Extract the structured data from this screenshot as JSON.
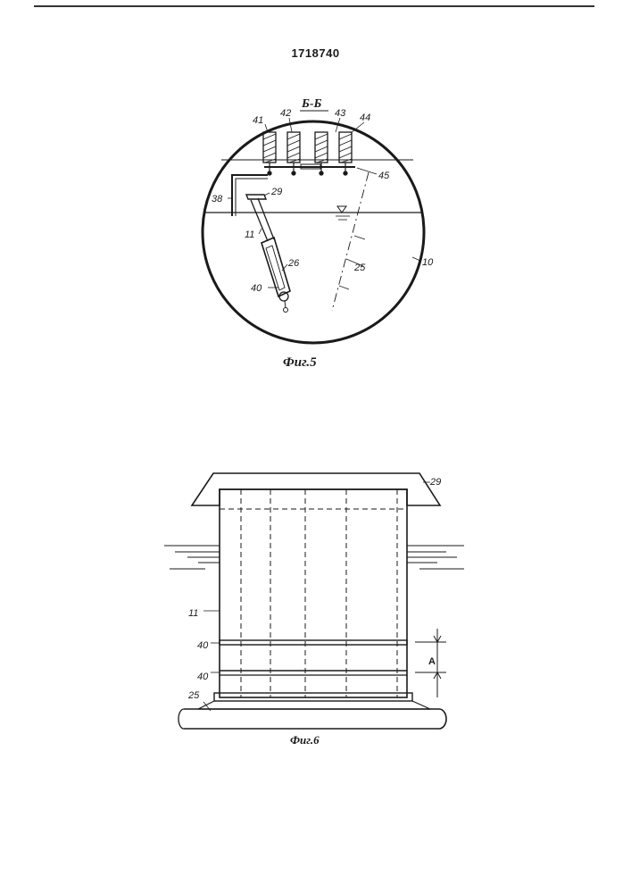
{
  "document": {
    "patent_number": "1718740"
  },
  "figure5": {
    "section_label": "Б-Б",
    "caption": "Фиг.5",
    "labels": {
      "l41": "41",
      "l42": "42",
      "l43": "43",
      "l44": "44",
      "l45": "45",
      "l38": "38",
      "l29": "29",
      "l11": "11",
      "l26": "26",
      "l25": "25",
      "l10": "10",
      "l40": "40"
    }
  },
  "figure6": {
    "caption": "Фиг.6",
    "labels": {
      "l29": "29",
      "l11": "11",
      "l40a": "40",
      "l40b": "40",
      "la": "A",
      "l25": "25"
    }
  }
}
